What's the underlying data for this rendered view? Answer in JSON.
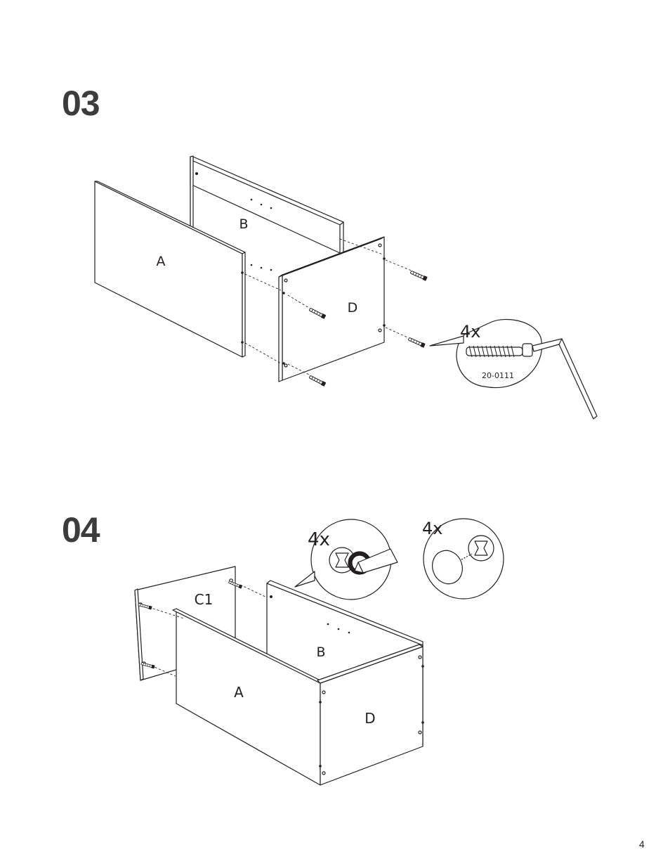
{
  "steps": [
    {
      "number": "03",
      "labels": {
        "panel_a": "A",
        "panel_b": "B",
        "panel_d": "D"
      },
      "callout": {
        "quantity": "4x",
        "part_number": "20-0111"
      }
    },
    {
      "number": "04",
      "labels": {
        "panel_c1": "C1",
        "panel_a": "A",
        "panel_b": "B",
        "panel_d": "D"
      },
      "callouts": [
        {
          "quantity": "4x"
        },
        {
          "quantity": "4x"
        }
      ]
    }
  ],
  "page_number": "4"
}
